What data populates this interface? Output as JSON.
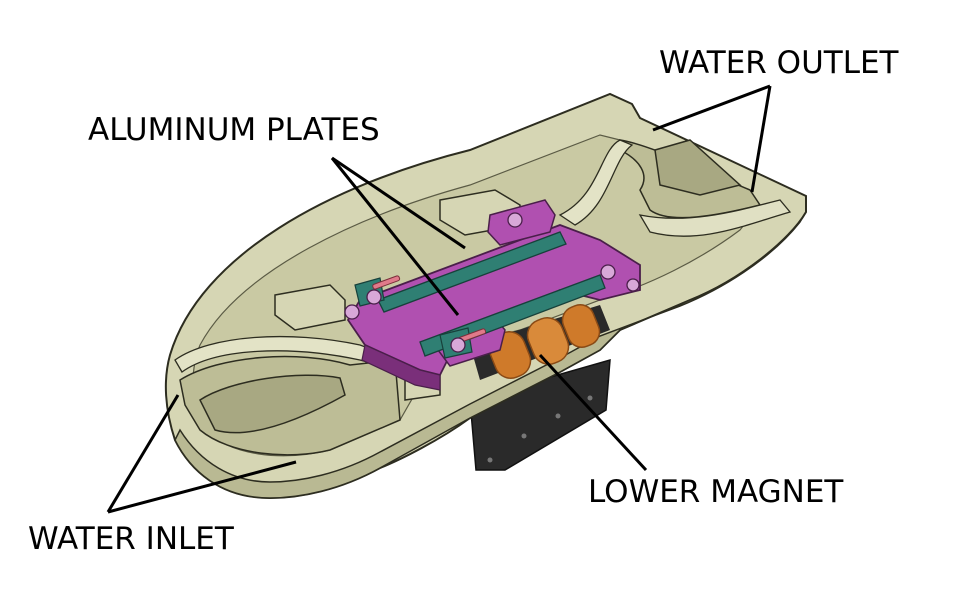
{
  "labels": {
    "water_outlet": "WATER OUTLET",
    "aluminum_plates": "ALUMINUM PLATES",
    "lower_magnet": "LOWER MAGNET",
    "water_inlet": "WATER INLET"
  },
  "colors": {
    "hull": "#d6d6b4",
    "hull_shade": "#b9b993",
    "hull_dark": "#8f8f6a",
    "outline": "#2d2d20",
    "holder": "#b050b0",
    "holder_dark": "#7a2f7a",
    "plate": "#2f7f73",
    "magnet": "#cf7a2a",
    "magnet_dark": "#8a4a15",
    "base": "#2a2a2a",
    "leader": "#000000"
  }
}
